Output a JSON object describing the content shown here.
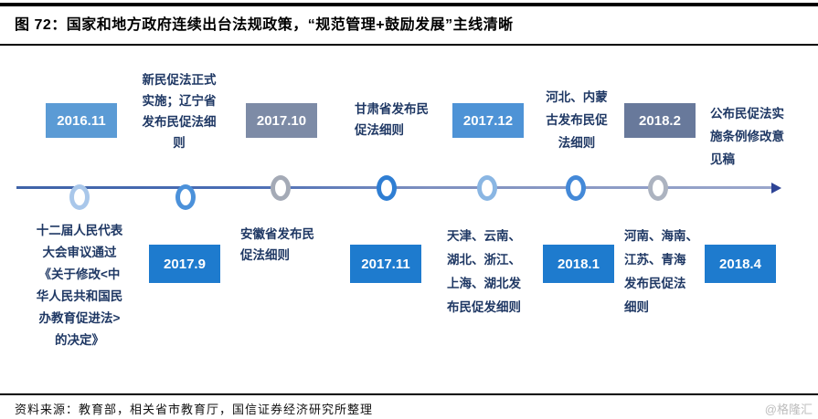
{
  "header": {
    "title": "图 72：国家和地方政府连续出台法规政策，“规范管理+鼓励发展”主线清晰"
  },
  "timeline": {
    "axis": {
      "line_color_left": "#3F63A8",
      "line_color_right": "#9AA6CB",
      "arrow_color": "#2E4496"
    },
    "events": [
      {
        "date": "2016.11",
        "side": "above",
        "callout_color": "#5B9BD5",
        "node_color": "#A9C7EA",
        "text": "十二届人民代表\n大会审议通过\n《关于修改<中\n华人民共和国民\n办教育促进法>\n的决定》"
      },
      {
        "date": "2017.9",
        "side": "below",
        "callout_color": "#1E7BCE",
        "node_color": "#4B91DA",
        "text": "新民促法正式\n实施；辽宁省\n发布民促法细\n则"
      },
      {
        "date": "2017.10",
        "side": "above",
        "callout_color": "#7D8BA6",
        "node_color": "#A4AAB6",
        "text": "安徽省发布民\n促法细则"
      },
      {
        "date": "2017.11",
        "side": "below",
        "callout_color": "#1E7BCE",
        "node_color": "#2F7ED3",
        "text": "甘肃省发布民\n促法细则"
      },
      {
        "date": "2017.12",
        "side": "above",
        "callout_color": "#4E93D6",
        "node_color": "#8AB6E3",
        "text": "天津、云南、\n湖北、浙江、\n上海、湖北发\n布民促发细则"
      },
      {
        "date": "2018.1",
        "side": "below",
        "callout_color": "#1E7BCE",
        "node_color": "#4489D8",
        "text": "河北、内蒙\n古发布民促\n法细则"
      },
      {
        "date": "2018.2",
        "side": "above",
        "callout_color": "#68799B",
        "node_color": "#ACB3C0",
        "text": "河南、海南、\n江苏、青海\n发布民促法\n细则"
      },
      {
        "date": "2018.4",
        "side": "below",
        "callout_color": "#1E7BCE",
        "node_color": null,
        "text": "公布民促法实\n施条例修改意\n见稿"
      }
    ]
  },
  "footer": {
    "source": "资料来源：教育部，相关省市教育厅，国信证券经济研究所整理",
    "watermark": "@格隆汇"
  }
}
